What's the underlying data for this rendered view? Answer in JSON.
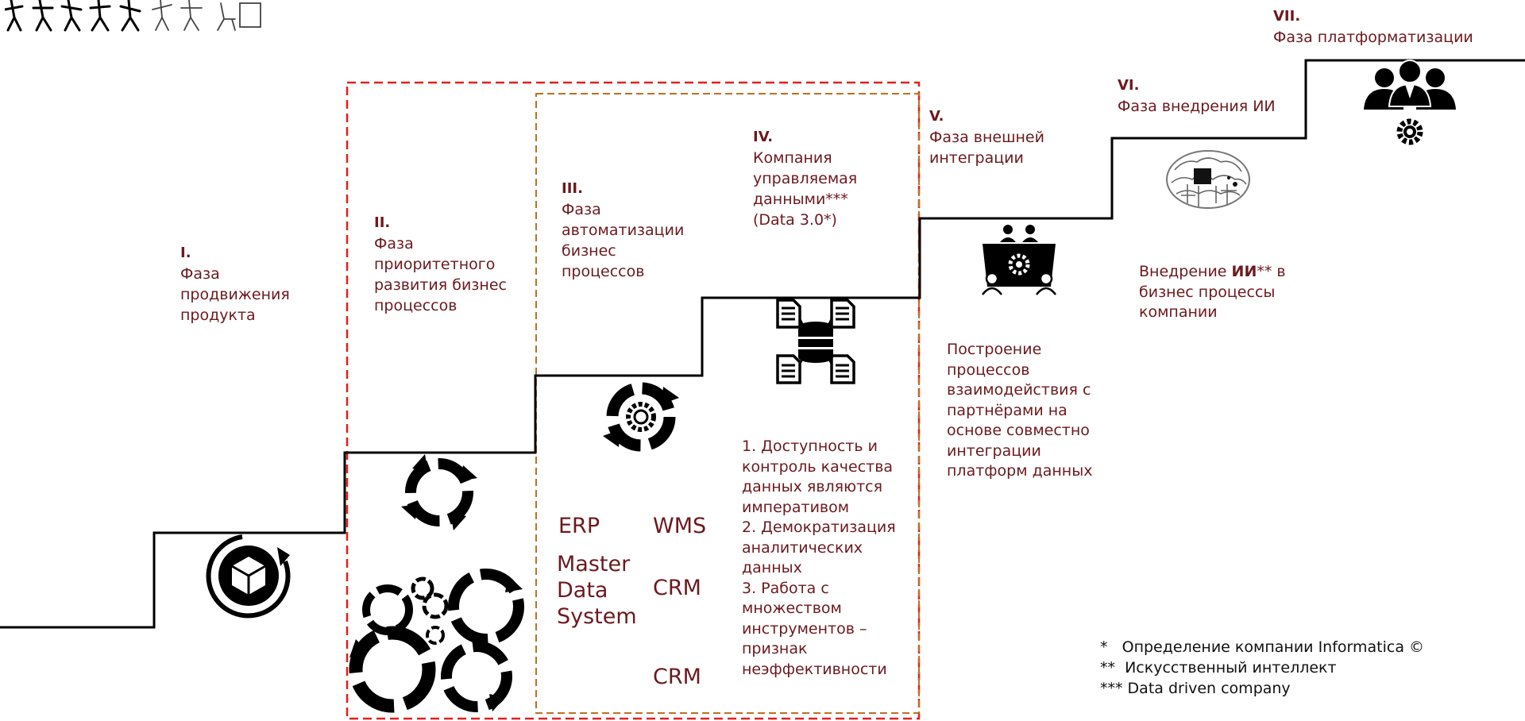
{
  "colors": {
    "text": "#6b1a1f",
    "outer_frame": "#e02020",
    "inner_frame": "#c07020",
    "stairs": "#000000"
  },
  "header": {
    "logo": "evolution-of-man-logo",
    "title_fragment": ""
  },
  "phases": [
    {
      "num": "I.",
      "name": "Фаза продвижения продукта",
      "icon": "cube-cycle-icon"
    },
    {
      "num": "II.",
      "name": "Фаза приоритетного развития бизнес процессов",
      "icon": "cycle-arrows-icon"
    },
    {
      "num": "III.",
      "name": "Фаза автоматизации бизнес процессов",
      "icon": "gear-cycle-icon"
    },
    {
      "num": "IV.",
      "name": "Компания управляемая данными*** (Data 3.0*)",
      "icon": "database-documents-icon"
    },
    {
      "num": "V.",
      "name": "Фаза внешней интеграции",
      "icon": "partners-meeting-icon"
    },
    {
      "num": "VI.",
      "name": "Фаза внедрения ИИ",
      "icon": "ai-brain-chip-icon"
    },
    {
      "num": "VII.",
      "name": "Фаза платформатизации",
      "icon": "team-gear-icon"
    }
  ],
  "systems": {
    "erp": "ERP",
    "wms": "WMS",
    "mds": "Master\nData\nSystem",
    "crm1": "CRM",
    "crm2": "CRM"
  },
  "data_principles": "1. Доступность и\nконтроль качества\nданных являются\nимперативом\n2. Демократизация\nаналитических\nданных\n3. Работа с\nмножеством\nинструментов –\nпризнак\nнеэффективности",
  "integration_text": "Построение\nпроцессов\nвзаимодействия с\nпартнёрами на\nоснове совместно\nинтеграции\nплатформ данных",
  "ai_text": {
    "pre": "Внедрение ",
    "bold": "ИИ",
    "post": "** в\nбизнес процессы\nкомпании"
  },
  "footnotes": [
    "*   Определение компании Informatica ©",
    "**  Искусственный интеллект",
    "*** Data driven company"
  ]
}
